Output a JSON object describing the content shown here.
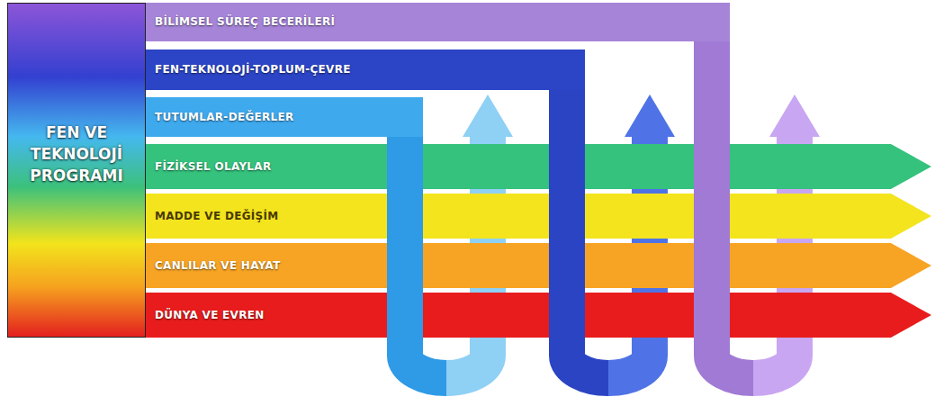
{
  "diagram": {
    "nodes": [
      {
        "text": [
          "FEN VE TEKNOLOJİ PROGRAMI"
        ]
      },
      {
        "text": [
          "BİLİMSEL SÜREÇ BECERİLERİ"
        ]
      },
      {
        "text": [
          "FEN-TEKNOLOJİ-TOPLUM-ÇEVRE"
        ]
      },
      {
        "text": [
          "TUTUMLAR-DEĞERLER"
        ]
      },
      {
        "text": [
          "FİZİKSEL OLAYLAR"
        ]
      },
      {
        "text": [
          "MADDE VE DEĞİŞİM"
        ]
      },
      {
        "text": [
          "CANLILAR VE HAYAT"
        ]
      },
      {
        "text": [
          "DÜNYA VE EVREN"
        ]
      }
    ]
  }
}
